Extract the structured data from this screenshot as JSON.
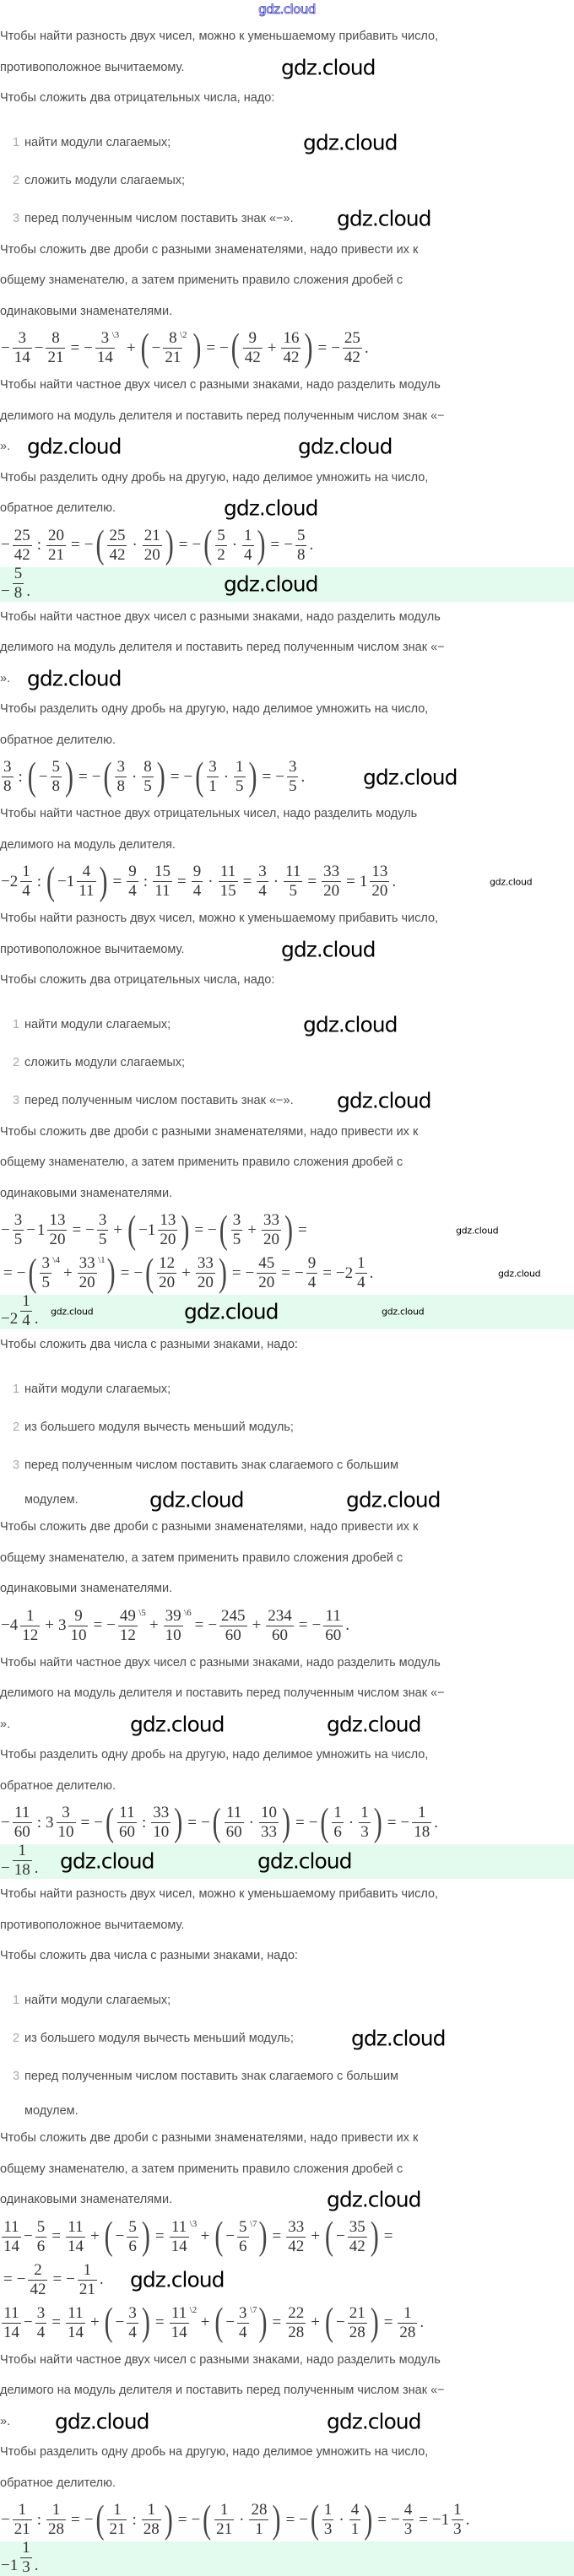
{
  "header": {
    "logo": "gdz.cloud"
  },
  "watermark": "gdz.cloud",
  "colors": {
    "answer_bg": "#e3fbee",
    "text": "#4d4d4d",
    "logo": "#3b3bd0"
  },
  "blocks": [
    {
      "type": "p",
      "lines": [
        "Чтобы найти разность двух чисел, можно к уменьшаемому прибавить число,",
        "противоположное вычитаемому."
      ]
    },
    {
      "type": "p",
      "lines": [
        "Чтобы сложить два отрицательных числа, надо:"
      ]
    },
    {
      "type": "list",
      "items": [
        {
          "num": "1",
          "lines": [
            "найти модули слагаемых;"
          ]
        },
        {
          "num": "2",
          "lines": [
            "сложить модули слагаемых;"
          ]
        },
        {
          "num": "3",
          "lines": [
            "перед полученным числом поставить знак «−»."
          ]
        }
      ]
    },
    {
      "type": "p",
      "lines": [
        "Чтобы сложить две дроби с разными знаменателями, надо привести их к",
        "общему знаменателю, а затем применить правило сложения дробей с",
        "одинаковыми знаменателями."
      ]
    },
    {
      "type": "formula",
      "tokens": [
        "−",
        {
          "n": "3",
          "d": "14"
        },
        "−",
        {
          "n": "8",
          "d": "21"
        },
        "=",
        "−",
        {
          "n": "3",
          "d": "14",
          "s": "3"
        },
        "+",
        "(",
        "−",
        {
          "n": "8",
          "d": "21",
          "s": "2"
        },
        ")",
        "=",
        "−",
        "(",
        {
          "n": "9",
          "d": "42"
        },
        "+",
        {
          "n": "16",
          "d": "42"
        },
        ")",
        "=",
        "−",
        {
          "n": "25",
          "d": "42"
        },
        "."
      ]
    },
    {
      "type": "p",
      "lines": [
        "Чтобы найти частное двух чисел с разными знаками, надо разделить модуль",
        "делимого на модуль делителя и поставить перед полученным числом знак «−",
        "»."
      ]
    },
    {
      "type": "p",
      "lines": [
        "Чтобы разделить одну дробь на другую, надо делимое умножить на число,",
        "обратное делителю."
      ]
    },
    {
      "type": "formula",
      "tokens": [
        "−",
        {
          "n": "25",
          "d": "42"
        },
        ":",
        {
          "n": "20",
          "d": "21"
        },
        "=",
        "−",
        "(",
        {
          "n": "25",
          "d": "42"
        },
        "·",
        {
          "n": "21",
          "d": "20"
        },
        ")",
        "=",
        "−",
        "(",
        {
          "n": "5",
          "d": "2"
        },
        "·",
        {
          "n": "1",
          "d": "4"
        },
        ")",
        "=",
        "−",
        {
          "n": "5",
          "d": "8"
        },
        "."
      ]
    },
    {
      "type": "answer",
      "tokens": [
        "−",
        {
          "n": "5",
          "d": "8"
        },
        "."
      ]
    },
    {
      "type": "p",
      "lines": [
        "Чтобы найти частное двух чисел с разными знаками, надо разделить модуль",
        "делимого на модуль делителя и поставить перед полученным числом знак «−",
        "»."
      ]
    },
    {
      "type": "p",
      "lines": [
        "Чтобы разделить одну дробь на другую, надо делимое умножить на число,",
        "обратное делителю."
      ]
    },
    {
      "type": "formula",
      "tokens": [
        {
          "n": "3",
          "d": "8"
        },
        ":",
        "(",
        "−",
        {
          "n": "5",
          "d": "8"
        },
        ")",
        "=",
        "−",
        "(",
        {
          "n": "3",
          "d": "8"
        },
        "·",
        {
          "n": "8",
          "d": "5"
        },
        ")",
        "=",
        "−",
        "(",
        {
          "n": "3",
          "d": "1"
        },
        "·",
        {
          "n": "1",
          "d": "5"
        },
        ")",
        "=",
        "−",
        {
          "n": "3",
          "d": "5"
        },
        "."
      ]
    },
    {
      "type": "p",
      "lines": [
        "Чтобы найти частное двух отрицательных чисел, надо разделить модуль",
        "делимого на модуль делителя."
      ]
    },
    {
      "type": "formula",
      "tokens": [
        "−2",
        {
          "n": "1",
          "d": "4"
        },
        ":",
        "(",
        "−1",
        {
          "n": "4",
          "d": "11"
        },
        ")",
        "=",
        {
          "n": "9",
          "d": "4"
        },
        ":",
        {
          "n": "15",
          "d": "11"
        },
        "=",
        {
          "n": "9",
          "d": "4"
        },
        "·",
        {
          "n": "11",
          "d": "15"
        },
        "=",
        {
          "n": "3",
          "d": "4"
        },
        "·",
        {
          "n": "11",
          "d": "5"
        },
        "=",
        {
          "n": "33",
          "d": "20"
        },
        "=",
        "1",
        {
          "n": "13",
          "d": "20"
        },
        "."
      ]
    },
    {
      "type": "p",
      "lines": [
        "Чтобы найти разность двух чисел, можно к уменьшаемому прибавить число,",
        "противоположное вычитаемому."
      ]
    },
    {
      "type": "p",
      "lines": [
        "Чтобы сложить два отрицательных числа, надо:"
      ]
    },
    {
      "type": "list",
      "items": [
        {
          "num": "1",
          "lines": [
            "найти модули слагаемых;"
          ]
        },
        {
          "num": "2",
          "lines": [
            "сложить модули слагаемых;"
          ]
        },
        {
          "num": "3",
          "lines": [
            "перед полученным числом поставить знак «−»."
          ]
        }
      ]
    },
    {
      "type": "p",
      "lines": [
        "Чтобы сложить две дроби с разными знаменателями, надо привести их к",
        "общему знаменателю, а затем применить правило сложения дробей с",
        "одинаковыми знаменателями."
      ]
    },
    {
      "type": "formula",
      "tokens": [
        "−",
        {
          "n": "3",
          "d": "5"
        },
        "−",
        "1",
        {
          "n": "13",
          "d": "20"
        },
        "=",
        "−",
        {
          "n": "3",
          "d": "5"
        },
        "+",
        "(",
        "−1",
        {
          "n": "13",
          "d": "20"
        },
        ")",
        "=",
        "−",
        "(",
        {
          "n": "3",
          "d": "5"
        },
        "+",
        {
          "n": "33",
          "d": "20"
        },
        ")",
        "="
      ]
    },
    {
      "type": "formula",
      "tokens": [
        "=",
        "−",
        "(",
        {
          "n": "3",
          "d": "5",
          "s": "4"
        },
        "+",
        {
          "n": "33",
          "d": "20",
          "s": "1"
        },
        ")",
        "=",
        "−",
        "(",
        {
          "n": "12",
          "d": "20"
        },
        "+",
        {
          "n": "33",
          "d": "20"
        },
        ")",
        "=",
        "−",
        {
          "n": "45",
          "d": "20"
        },
        "=",
        "−",
        {
          "n": "9",
          "d": "4"
        },
        "=",
        "−2",
        {
          "n": "1",
          "d": "4"
        },
        "."
      ]
    },
    {
      "type": "answer",
      "tokens": [
        "−2",
        {
          "n": "1",
          "d": "4"
        },
        "."
      ]
    },
    {
      "type": "p",
      "lines": [
        "Чтобы сложить два числа с разными знаками, надо:"
      ]
    },
    {
      "type": "list",
      "items": [
        {
          "num": "1",
          "lines": [
            "найти модули слагаемых;"
          ]
        },
        {
          "num": "2",
          "lines": [
            "из большего модуля вычесть меньший модуль;"
          ]
        },
        {
          "num": "3",
          "lines": [
            "перед полученным числом поставить знак слагаемого с большим",
            "модулем."
          ]
        }
      ]
    },
    {
      "type": "p",
      "lines": [
        "Чтобы сложить две дроби с разными знаменателями, надо привести их к",
        "общему знаменателю, а затем применить правило сложения дробей с",
        "одинаковыми знаменателями."
      ]
    },
    {
      "type": "formula",
      "tokens": [
        "−4",
        {
          "n": "1",
          "d": "12"
        },
        "+",
        "3",
        {
          "n": "9",
          "d": "10"
        },
        "=",
        "−",
        {
          "n": "49",
          "d": "12",
          "s": "5"
        },
        "+",
        {
          "n": "39",
          "d": "10",
          "s": "6"
        },
        "=",
        "−",
        {
          "n": "245",
          "d": "60"
        },
        "+",
        {
          "n": "234",
          "d": "60"
        },
        "=",
        "−",
        {
          "n": "11",
          "d": "60"
        },
        "."
      ]
    },
    {
      "type": "p",
      "lines": [
        "Чтобы найти частное двух чисел с разными знаками, надо разделить модуль",
        "делимого на модуль делителя и поставить перед полученным числом знак «−",
        "»."
      ]
    },
    {
      "type": "p",
      "lines": [
        "Чтобы разделить одну дробь на другую, надо делимое умножить на число,",
        "обратное делителю."
      ]
    },
    {
      "type": "formula",
      "tokens": [
        "−",
        {
          "n": "11",
          "d": "60"
        },
        ":",
        "3",
        {
          "n": "3",
          "d": "10"
        },
        "=",
        "−",
        "(",
        {
          "n": "11",
          "d": "60"
        },
        ":",
        {
          "n": "33",
          "d": "10"
        },
        ")",
        "=",
        "−",
        "(",
        {
          "n": "11",
          "d": "60"
        },
        "·",
        {
          "n": "10",
          "d": "33"
        },
        ")",
        "=",
        "−",
        "(",
        {
          "n": "1",
          "d": "6"
        },
        "·",
        {
          "n": "1",
          "d": "3"
        },
        ")",
        "=",
        "−",
        {
          "n": "1",
          "d": "18"
        },
        "."
      ]
    },
    {
      "type": "answer",
      "tokens": [
        "−",
        {
          "n": "1",
          "d": "18"
        },
        "."
      ]
    },
    {
      "type": "p",
      "lines": [
        "Чтобы найти разность двух чисел, можно к уменьшаемому прибавить число,",
        "противоположное вычитаемому."
      ]
    },
    {
      "type": "p",
      "lines": [
        "Чтобы сложить два числа с разными знаками, надо:"
      ]
    },
    {
      "type": "list",
      "items": [
        {
          "num": "1",
          "lines": [
            "найти модули слагаемых;"
          ]
        },
        {
          "num": "2",
          "lines": [
            "из большего модуля вычесть меньший модуль;"
          ]
        },
        {
          "num": "3",
          "lines": [
            "перед полученным числом поставить знак слагаемого с большим",
            "модулем."
          ]
        }
      ]
    },
    {
      "type": "p",
      "lines": [
        "Чтобы сложить две дроби с разными знаменателями, надо привести их к",
        "общему знаменателю, а затем применить правило сложения дробей с",
        "одинаковыми знаменателями."
      ]
    },
    {
      "type": "formula",
      "tokens": [
        {
          "n": "11",
          "d": "14"
        },
        "−",
        {
          "n": "5",
          "d": "6"
        },
        "=",
        {
          "n": "11",
          "d": "14"
        },
        "+",
        "(",
        "−",
        {
          "n": "5",
          "d": "6"
        },
        ")",
        "=",
        {
          "n": "11",
          "d": "14",
          "s": "3"
        },
        "+",
        "(",
        "−",
        {
          "n": "5",
          "d": "6",
          "s": "7"
        },
        ")",
        "=",
        {
          "n": "33",
          "d": "42"
        },
        "+",
        "(",
        "−",
        {
          "n": "35",
          "d": "42"
        },
        ")",
        "="
      ]
    },
    {
      "type": "formula",
      "tokens": [
        "=",
        "−",
        {
          "n": "2",
          "d": "42"
        },
        "=",
        "−",
        {
          "n": "1",
          "d": "21"
        },
        "."
      ]
    },
    {
      "type": "formula",
      "tokens": [
        {
          "n": "11",
          "d": "14"
        },
        "−",
        {
          "n": "3",
          "d": "4"
        },
        "=",
        {
          "n": "11",
          "d": "14"
        },
        "+",
        "(",
        "−",
        {
          "n": "3",
          "d": "4"
        },
        ")",
        "=",
        {
          "n": "11",
          "d": "14",
          "s": "2"
        },
        "+",
        "(",
        "−",
        {
          "n": "3",
          "d": "4",
          "s": "7"
        },
        ")",
        "=",
        {
          "n": "22",
          "d": "28"
        },
        "+",
        "(",
        "−",
        {
          "n": "21",
          "d": "28"
        },
        ")",
        "=",
        {
          "n": "1",
          "d": "28"
        },
        "."
      ]
    },
    {
      "type": "p",
      "lines": [
        "Чтобы найти частное двух чисел с разными знаками, надо разделить модуль",
        "делимого на модуль делителя и поставить перед полученным числом знак «−",
        "»."
      ]
    },
    {
      "type": "p",
      "lines": [
        "Чтобы разделить одну дробь на другую, надо делимое умножить на число,",
        "обратное делителю."
      ]
    },
    {
      "type": "formula",
      "tokens": [
        "−",
        {
          "n": "1",
          "d": "21"
        },
        ":",
        {
          "n": "1",
          "d": "28"
        },
        "=",
        "−",
        "(",
        {
          "n": "1",
          "d": "21"
        },
        ":",
        {
          "n": "1",
          "d": "28"
        },
        ")",
        "=",
        "−",
        "(",
        {
          "n": "1",
          "d": "21"
        },
        "·",
        {
          "n": "28",
          "d": "1"
        },
        ")",
        "=",
        "−",
        "(",
        {
          "n": "1",
          "d": "3"
        },
        "·",
        {
          "n": "4",
          "d": "1"
        },
        ")",
        "=",
        "−",
        {
          "n": "4",
          "d": "3"
        },
        "=",
        "−1",
        {
          "n": "1",
          "d": "3"
        },
        "."
      ]
    },
    {
      "type": "answer",
      "tokens": [
        "−1",
        {
          "n": "1",
          "d": "3"
        },
        "."
      ]
    }
  ]
}
